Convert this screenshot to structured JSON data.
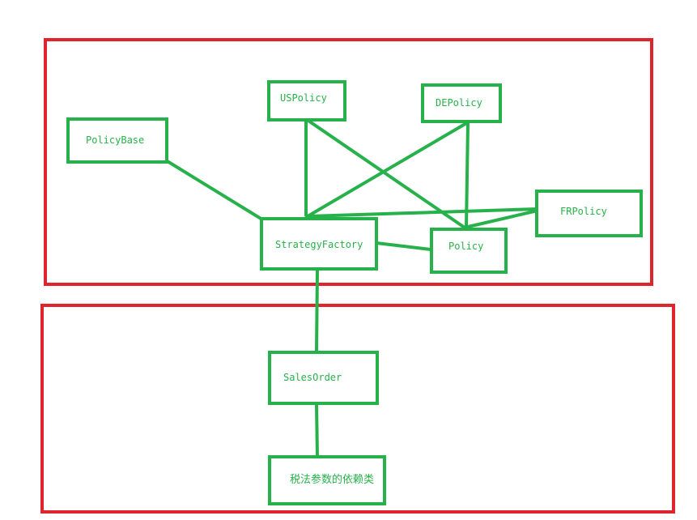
{
  "nodes": {
    "policy_base": "PolicyBase",
    "us_policy": "USPolicy",
    "de_policy": "DEPolicy",
    "fr_policy": "FRPolicy",
    "strategy_factory": "StrategyFactory",
    "policy": "Policy",
    "sales_order": "SalesOrder",
    "tax_dependency": "税法参数的依赖类"
  },
  "colors": {
    "group_border": "#e0242b",
    "node_border": "#27b14a",
    "node_text": "#27b14a",
    "background": "#ffffff"
  }
}
